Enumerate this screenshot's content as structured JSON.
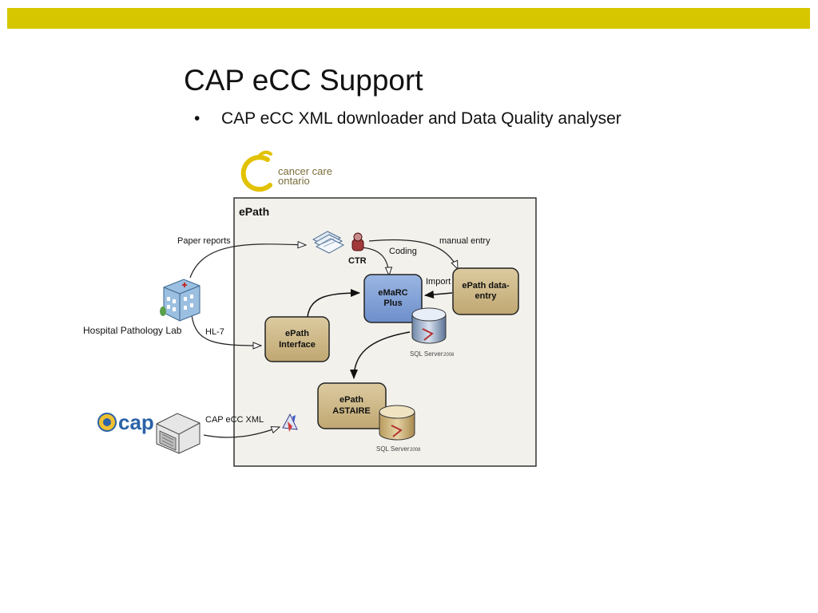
{
  "slide": {
    "title": "CAP eCC Support",
    "bullets": [
      "CAP eCC XML downloader and Data Quality analyser"
    ]
  },
  "logos": {
    "cco_line1": "cancer care",
    "cco_line2": "ontario",
    "cap": "cap"
  },
  "diagram": {
    "container_label": "ePath",
    "ctr_label": "CTR",
    "emarc_line1": "eMaRC",
    "emarc_line2": "Plus",
    "dataentry_line1": "ePath data-",
    "dataentry_line2": "entry",
    "interface_line1": "ePath",
    "interface_line2": "Interface",
    "astaire_line1": "ePath",
    "astaire_line2": "ASTAIRE",
    "sqlserver": "SQL Server",
    "sqlserver_version": "2008",
    "hospital_label": "Hospital Pathology Lab",
    "edges": {
      "paper_reports": "Paper reports",
      "manual_entry": "manual entry",
      "coding": "Coding",
      "import": "Import",
      "hl7": "HL-7",
      "cap_ecc_xml": "CAP eCC XML"
    }
  },
  "colors": {
    "accent_bar": "#d6c600",
    "tan_box": "#c9b37f",
    "blue_box": "#7a9bd2",
    "container_bg": "#f2f1ec",
    "cco_yellow": "#e2c200",
    "cap_blue": "#2b62a8"
  },
  "icons": [
    "documents-icon",
    "person-icon",
    "hospital-building-icon",
    "server-icon",
    "database-icon",
    "xml-tool-icon"
  ]
}
